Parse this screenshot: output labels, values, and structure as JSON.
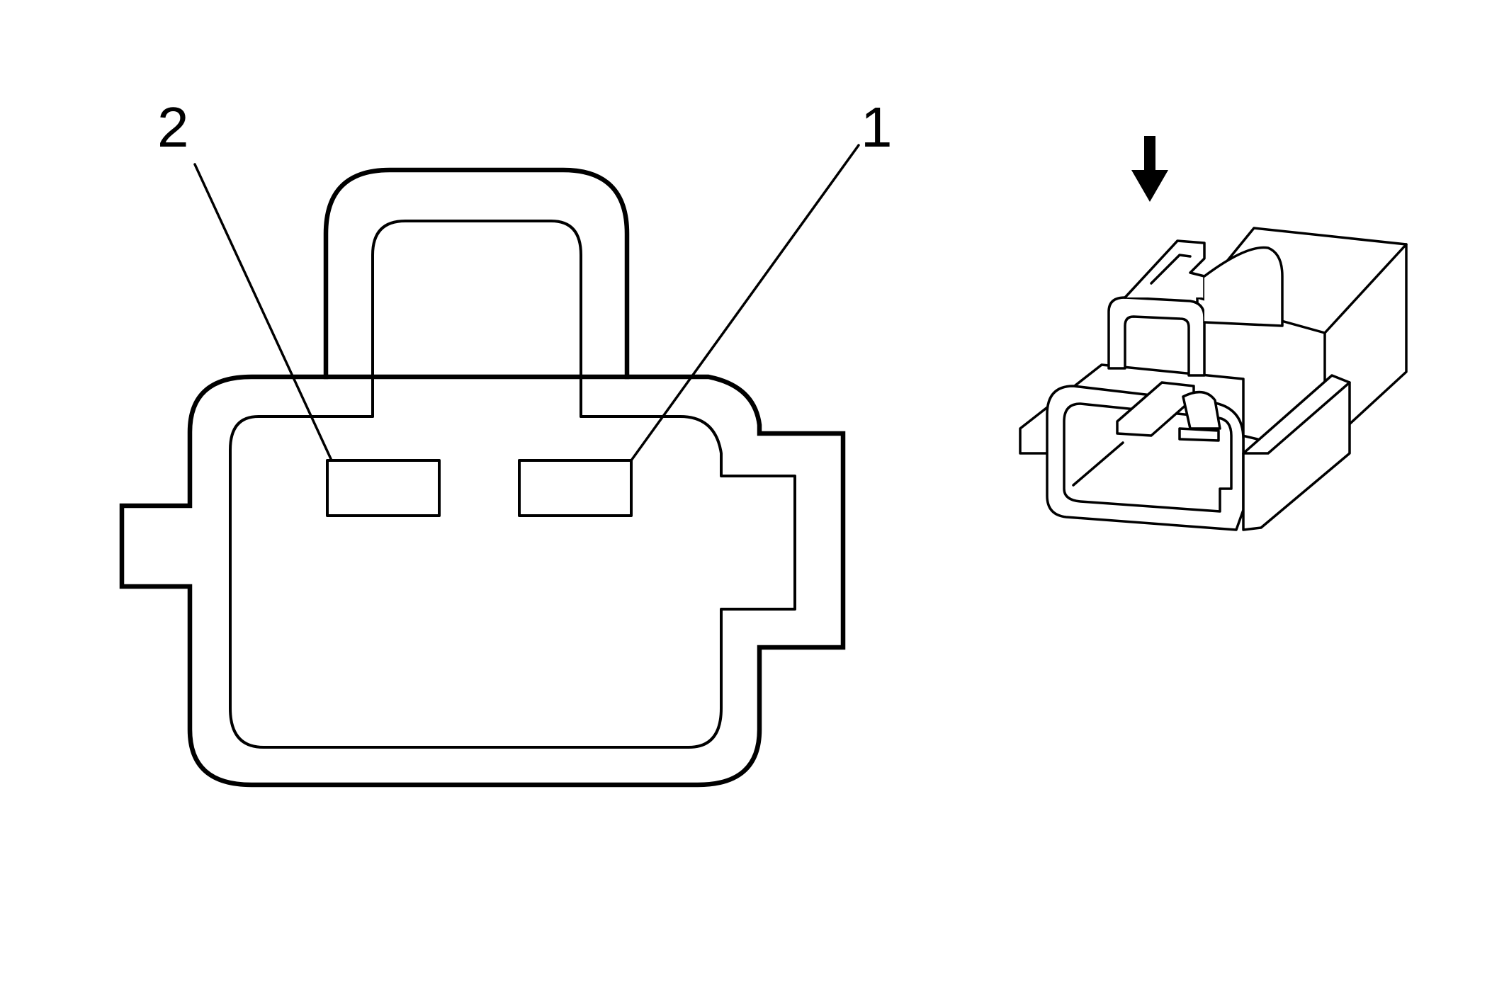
{
  "diagram": {
    "pin_labels": [
      {
        "id": "pin-2",
        "text": "2"
      },
      {
        "id": "pin-1",
        "text": "1"
      }
    ],
    "icons": {
      "connector_face": "connector-face-view-icon",
      "connector_iso": "connector-isometric-icon",
      "view_arrow": "down-arrow-icon"
    },
    "colors": {
      "line": "#000000",
      "background": "#ffffff"
    }
  }
}
